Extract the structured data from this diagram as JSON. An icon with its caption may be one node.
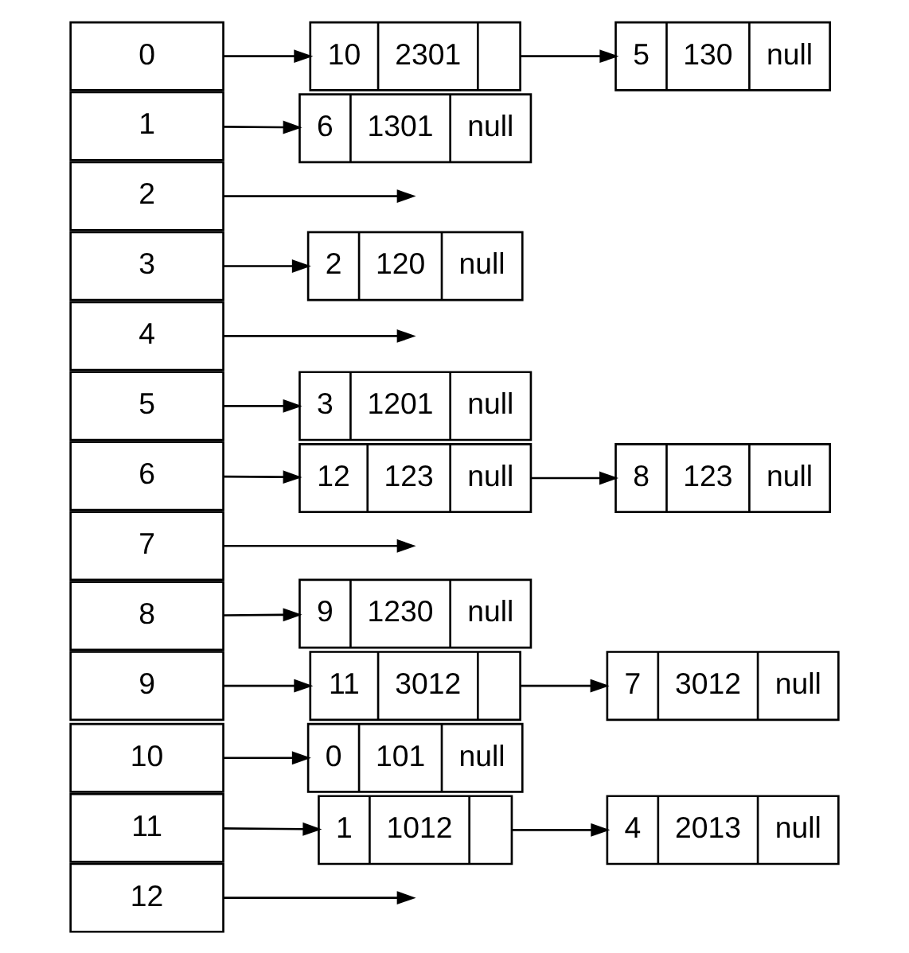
{
  "diagram": {
    "nodes": [
      {
        "text": [
          "0"
        ]
      },
      {
        "text": [
          "1"
        ]
      },
      {
        "text": [
          "2"
        ]
      },
      {
        "text": [
          "3"
        ]
      },
      {
        "text": [
          "4"
        ]
      },
      {
        "text": [
          "5"
        ]
      },
      {
        "text": [
          "6"
        ]
      },
      {
        "text": [
          "7"
        ]
      },
      {
        "text": [
          "8"
        ]
      },
      {
        "text": [
          "9"
        ]
      },
      {
        "text": [
          "10"
        ]
      },
      {
        "text": [
          "11"
        ]
      },
      {
        "text": [
          "12"
        ]
      },
      {
        "text": [
          "10",
          "2301"
        ]
      },
      {
        "text": [
          "5",
          "130",
          "null"
        ]
      },
      {
        "text": [
          "6",
          "1301",
          "null"
        ]
      },
      {
        "text": [
          "2",
          "120",
          "null"
        ]
      },
      {
        "text": [
          "3",
          "1201",
          "null"
        ]
      },
      {
        "text": [
          "12",
          "123",
          "null"
        ]
      },
      {
        "text": [
          "8",
          "123",
          "null"
        ]
      },
      {
        "text": [
          "9",
          "1230",
          "null"
        ]
      },
      {
        "text": [
          "11",
          "3012"
        ]
      },
      {
        "text": [
          "7",
          "3012",
          "null"
        ]
      },
      {
        "text": [
          "0",
          "101",
          "null"
        ]
      },
      {
        "text": [
          "1",
          "1012"
        ]
      },
      {
        "text": [
          "4",
          "2013",
          "null"
        ]
      }
    ],
    "edges": [
      {
        "from": 0,
        "to": 13,
        "arrow": "to"
      },
      {
        "from": 13,
        "to": 14,
        "arrow": "to"
      },
      {
        "from": 1,
        "to": 15,
        "arrow": "to"
      },
      {
        "from": 2,
        "to": null,
        "arrow": "to"
      },
      {
        "from": 3,
        "to": 16,
        "arrow": "to"
      },
      {
        "from": 4,
        "to": null,
        "arrow": "to"
      },
      {
        "from": 5,
        "to": 17,
        "arrow": "to"
      },
      {
        "from": 6,
        "to": 18,
        "arrow": "to"
      },
      {
        "from": 18,
        "to": 19,
        "arrow": "to"
      },
      {
        "from": 7,
        "to": null,
        "arrow": "to"
      },
      {
        "from": 8,
        "to": 20,
        "arrow": "to"
      },
      {
        "from": 9,
        "to": 21,
        "arrow": "to"
      },
      {
        "from": 21,
        "to": 22,
        "arrow": "to"
      },
      {
        "from": 10,
        "to": 23,
        "arrow": "to"
      },
      {
        "from": 11,
        "to": 24,
        "arrow": "to"
      },
      {
        "from": 24,
        "to": 25,
        "arrow": "to"
      },
      {
        "from": 12,
        "to": null,
        "arrow": "to"
      }
    ]
  }
}
